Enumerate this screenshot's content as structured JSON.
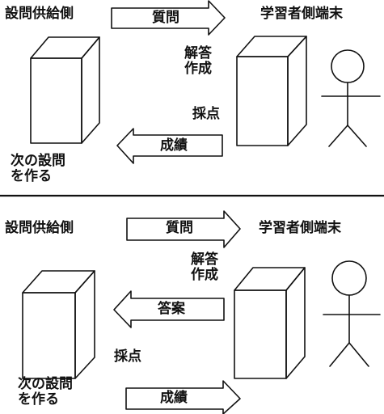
{
  "panels": [
    {
      "supplier_label": "設問供給側",
      "learner_label": "学習者側端末",
      "question_arrow_label": "質問",
      "answer_creation_label": [
        "解答",
        "作成"
      ],
      "grading_label": "採点",
      "results_arrow_label": "成績",
      "next_question_label": [
        "次の設問",
        "を作る"
      ]
    },
    {
      "supplier_label": "設問供給側",
      "learner_label": "学習者側端末",
      "question_arrow_label": "質問",
      "answer_creation_label": [
        "解答",
        "作成"
      ],
      "answer_arrow_label": "答案",
      "grading_label": "採点",
      "results_arrow_label": "成績",
      "next_question_label": [
        "次の設問",
        "を作る"
      ]
    }
  ]
}
